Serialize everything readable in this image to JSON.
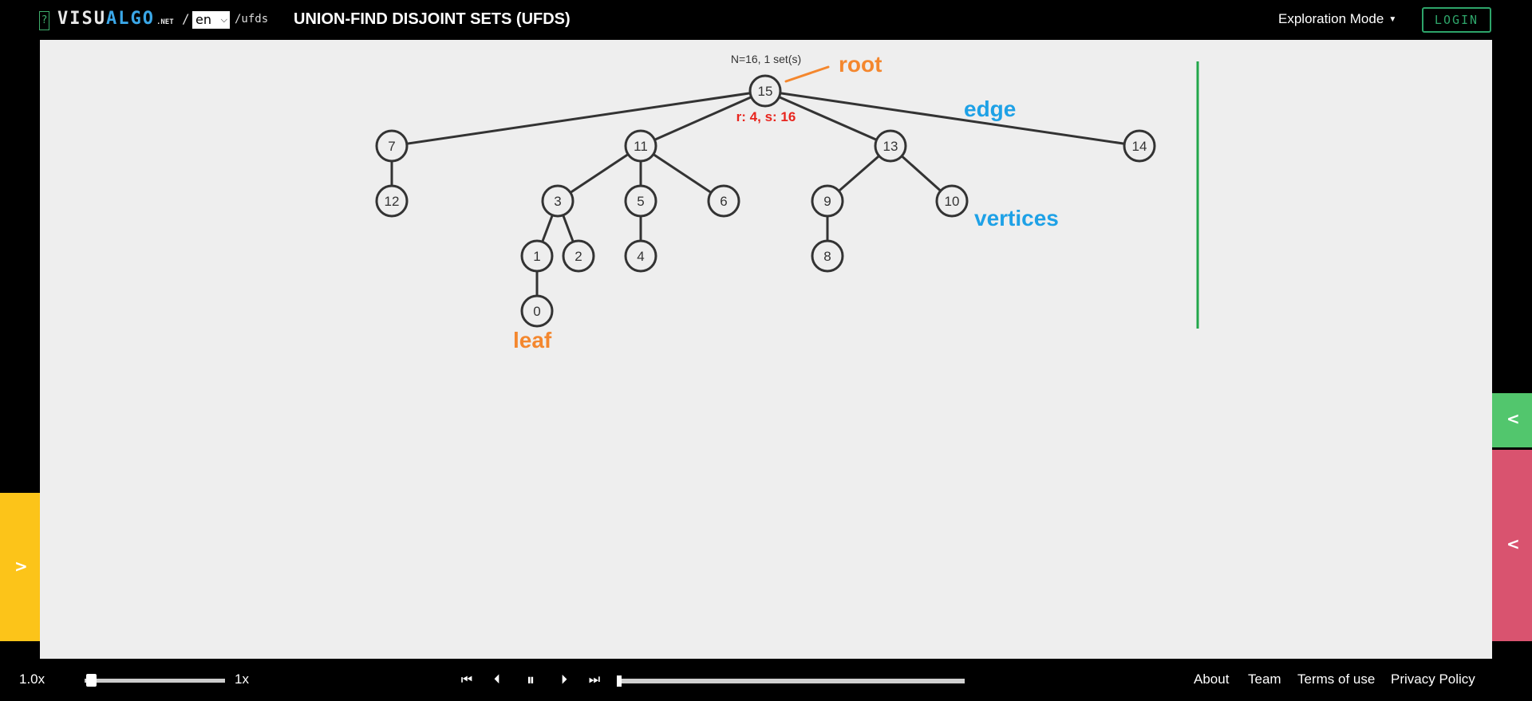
{
  "header": {
    "help_badge": "?",
    "logo_part1": "VISU",
    "logo_part2": "ALGO",
    "logo_net": ".NET",
    "slash": "/",
    "language": "en",
    "path": "/ufds",
    "title": "UNION-FIND DISJOINT SETS (UFDS)",
    "mode_label": "Exploration Mode",
    "login_label": "LOGIN"
  },
  "viz": {
    "status_text": "N=16, 1 set(s)",
    "root_info": "r: 4, s: 16",
    "annotations": {
      "root": "root",
      "edge": "edge",
      "vertices": "vertices",
      "leaf": "leaf"
    },
    "nodes": [
      "15",
      "7",
      "11",
      "13",
      "14",
      "12",
      "3",
      "5",
      "6",
      "9",
      "10",
      "1",
      "2",
      "4",
      "8",
      "0"
    ],
    "edges": [
      [
        "15",
        "7"
      ],
      [
        "15",
        "11"
      ],
      [
        "15",
        "13"
      ],
      [
        "15",
        "14"
      ],
      [
        "7",
        "12"
      ],
      [
        "11",
        "3"
      ],
      [
        "11",
        "5"
      ],
      [
        "11",
        "6"
      ],
      [
        "13",
        "9"
      ],
      [
        "13",
        "10"
      ],
      [
        "3",
        "1"
      ],
      [
        "3",
        "2"
      ],
      [
        "5",
        "4"
      ],
      [
        "9",
        "8"
      ],
      [
        "1",
        "0"
      ]
    ],
    "colors": {
      "annotation_orange": "#f4872e",
      "annotation_blue": "#1ea1e6",
      "info_red": "#e8251e",
      "divider_green": "#22a64a",
      "node_stroke": "#333333"
    }
  },
  "side_tabs": {
    "left_arrow": ">",
    "right_top_arrow": "<",
    "right_bottom_arrow": "<",
    "colors": {
      "yellow": "#fcc419",
      "green": "#52c66d",
      "pink": "#d9536f"
    }
  },
  "bottom": {
    "speed_value": "1.0x",
    "speed_multiplier": "1x",
    "speed_fraction": 0.0,
    "progress_fraction": 0.0,
    "controls": {
      "first": "⏮",
      "prev": "⏴",
      "pause": "⏸",
      "next": "⏵",
      "last": "⏭"
    },
    "links": [
      "About",
      "Team",
      "Terms of use",
      "Privacy Policy"
    ]
  }
}
